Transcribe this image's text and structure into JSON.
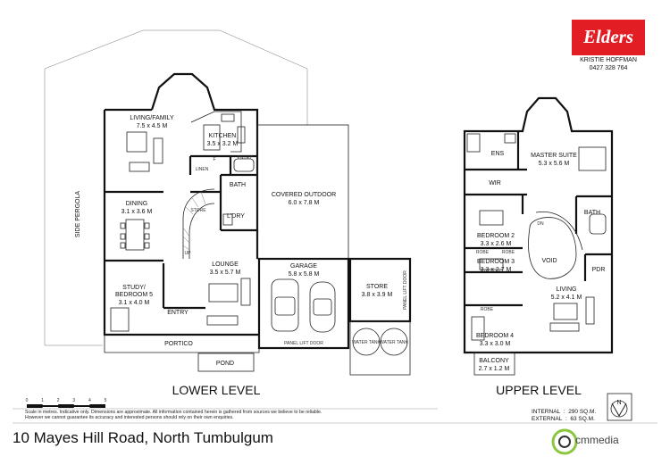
{
  "branding": {
    "agency_logo": "Elders",
    "agent_name": "KRISTIE HOFFMAN",
    "agent_phone": "0427 328 764",
    "media_brand": "cmmedia",
    "brand_red": "#e21d24"
  },
  "lower_level": {
    "title": "LOWER LEVEL",
    "rooms": {
      "living_name": "LIVING/FAMILY",
      "living_size": "7.5 x 4.5 M",
      "kitchen_name": "KITCHEN",
      "kitchen_size": "3.5 x 3.2 M",
      "dining_name": "DINING",
      "dining_size": "3.1 x 3.6 M",
      "lounge_name": "LOUNGE",
      "lounge_size": "3.5 x 5.7 M",
      "study_name": "STUDY/",
      "study_name2": "BEDROOM 5",
      "study_size": "3.1 x 4.0 M",
      "covered_name": "COVERED OUTDOOR",
      "covered_size": "6.0 x 7.8 M",
      "garage_name": "GARAGE",
      "garage_size": "5.8 x 5.8 M",
      "store_name": "STORE",
      "store_size": "3.8 x 3.9 M",
      "bath": "BATH",
      "laundry": "L'DRY",
      "entry": "ENTRY",
      "portico": "PORTICO",
      "pond": "POND",
      "side_pergola": "SIDE PERGOLA",
      "linen": "LINEN",
      "pantry": "PNTRY",
      "store_small": "STORE",
      "panel_lift_door": "PANEL LIFT DOOR",
      "panel_lift_door_side": "PANEL LIFT DOOR",
      "water_tank": "WATER TANK",
      "fridge": "F",
      "up": "UP"
    }
  },
  "upper_level": {
    "title": "UPPER LEVEL",
    "rooms": {
      "master_name": "MASTER SUITE",
      "master_size": "5.3 x 5.6 M",
      "ens": "ENS",
      "wir": "WIR",
      "bath": "BATH",
      "bed2_name": "BEDROOM 2",
      "bed2_size": "3.3 x 2.6 M",
      "bed3_name": "BEDROOM 3",
      "bed3_size": "3.3 x 2.7 M",
      "bed4_name": "BEDROOM 4",
      "bed4_size": "3.3 x 3.0 M",
      "void": "VOID",
      "pdr": "PDR",
      "living_name": "LIVING",
      "living_size": "5.2 x 4.1 M",
      "balcony_name": "BALCONY",
      "balcony_size": "2.7 x 1.2 M",
      "robe": "ROBE",
      "dn": "DN"
    }
  },
  "scale": {
    "ticks": [
      "0",
      "1",
      "2",
      "3",
      "4",
      "5"
    ],
    "disclaimer": "Scale in metres.  Indicative only.  Dimensions are approximate.  All information contained herein is gathered from sources we believe to be reliable. However we cannot guarantee its accuracy and interested persons should rely on their own enquiries."
  },
  "areas": {
    "internal_label": "INTERNAL",
    "internal_value": "290 SQ.M.",
    "external_label": "EXTERNAL",
    "external_value": "63 SQ.M."
  },
  "compass": {
    "label": "N"
  },
  "address": "10 Mayes Hill Road, North Tumbulgum"
}
